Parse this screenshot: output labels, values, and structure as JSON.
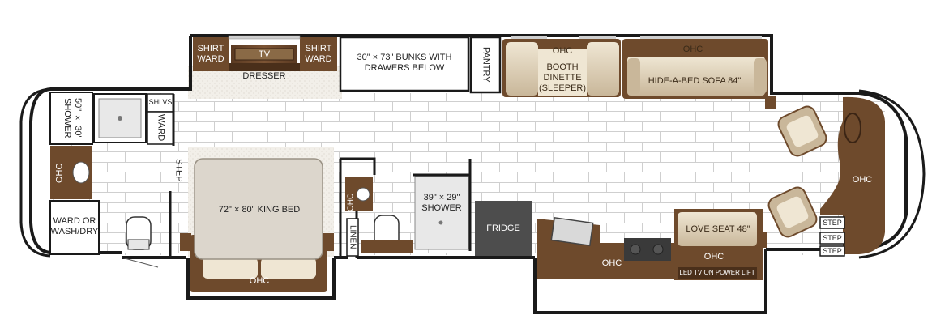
{
  "floorplan": {
    "labels": {
      "shirt_ward_left": "SHIRT WARD",
      "tv": "TV",
      "shirt_ward_right": "SHIRT WARD",
      "dresser": "DRESSER",
      "bunks": "30\" × 73\" BUNKS WITH DRAWERS BELOW",
      "pantry": "PANTRY",
      "ohc_booth": "OHC",
      "booth_dinette": "BOOTH DINETTE (SLEEPER)",
      "ohc_sofa": "OHC",
      "sofa": "HIDE-A-BED SOFA 84\"",
      "shower_main": "50\" × 30\" SHOWER",
      "shlvs": "SHLVS",
      "ward": "WARD",
      "ohc_rear": "OHC",
      "step_rear": "STEP",
      "king_bed": "72\" × 80\" KING BED",
      "ward_wash": "WARD OR WASH/DRY",
      "ohc_bed": "OHC",
      "ohc_half_bath": "OHC",
      "linen": "LINEN",
      "shower_mid": "39\" × 29\" SHOWER",
      "fridge": "FRIDGE",
      "ohc_kitchen": "OHC",
      "love_seat": "LOVE SEAT 48\"",
      "ohc_love": "OHC",
      "led_tv": "LED TV ON POWER LIFT",
      "ohc_cab": "OHC",
      "step1": "STEP",
      "step2": "STEP",
      "step3": "STEP"
    },
    "colors": {
      "wall": "#1a1a1a",
      "cabinet_brown": "#6e4a2c",
      "cabinet_dark": "#4a2f1a",
      "cushion": "#e7dcc6",
      "cushion_shade": "#c9b79a",
      "tile_line": "#c8c8c8",
      "fridge": "#4d4d4d",
      "bed": "#dcd6cc"
    }
  }
}
